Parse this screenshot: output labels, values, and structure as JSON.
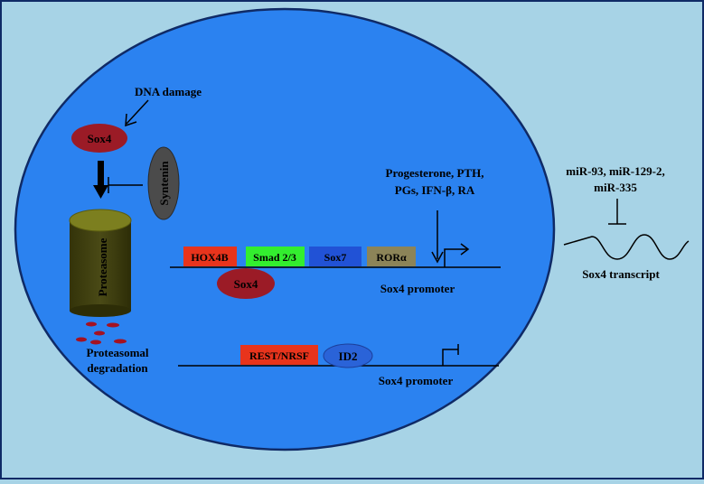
{
  "labels": {
    "dna_damage": "DNA damage",
    "sox4_top": "Sox4",
    "syntenin": "Syntenin",
    "proteasome": "Proteasome",
    "proteasomal_line1": "Proteasomal",
    "proteasomal_line2": "degradation",
    "hox4b": "HOX4B",
    "smad": "Smad 2/3",
    "sox7": "Sox7",
    "ror": "RORα",
    "sox4_bound": "Sox4",
    "rest": "REST/NRSF",
    "id2": "ID2",
    "promoter_active": "Sox4 promoter",
    "promoter_repressed": "Sox4 promoter",
    "hormones_line1": "Progesterone, PTH,",
    "hormones_line2": "PGs, IFN-β, RA",
    "mirna_line1": "miR-93, miR-129-2,",
    "mirna_line2": "miR-335",
    "transcript": "Sox4 transcript"
  },
  "colors": {
    "background": "#a7d3e6",
    "cell": "#2b82f0",
    "outline": "#0f2a66",
    "sox4_oval": "#9b1b26",
    "syntenin_oval": "#4b4b4b",
    "proteasome_body": "#3e3e10",
    "proteasome_top": "#7c7f1f",
    "degradation_dots": "#a41221",
    "hox4b": "#e8341c",
    "smad": "#33ee2f",
    "sox7": "#2152d6",
    "ror": "#8c8458",
    "rest": "#e8341c",
    "id2": "#2a63d8"
  }
}
